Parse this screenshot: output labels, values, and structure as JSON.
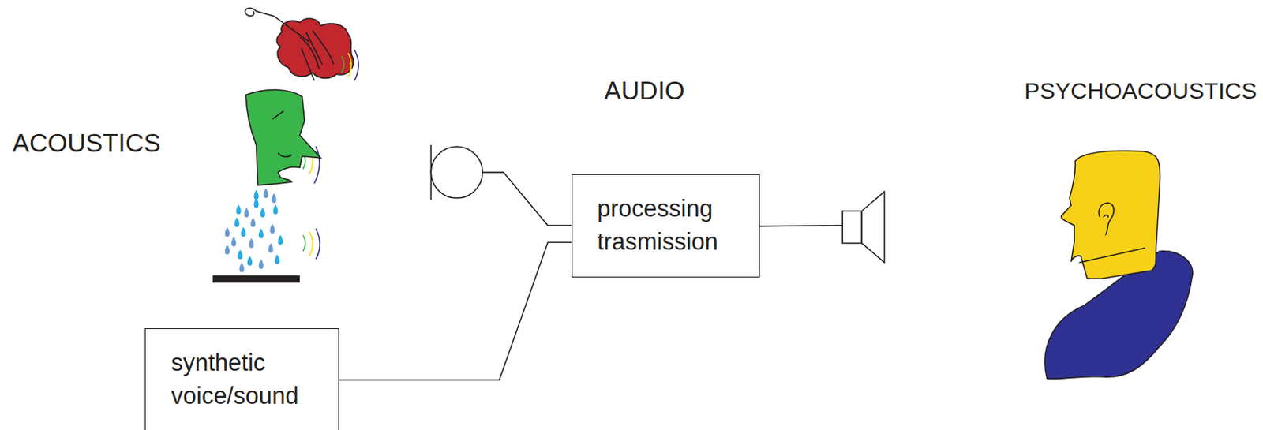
{
  "diagram": {
    "nodes": [
      {
        "text": [
          "processing trasmission"
        ]
      },
      {
        "text": [
          "synthetic voice/sound"
        ]
      }
    ],
    "edges": [
      {
        "from": 1,
        "to": 0,
        "arrow": "none"
      }
    ],
    "labels": [
      "ACOUSTICS",
      "AUDIO",
      "PSYCHOACOUSTICS"
    ]
  }
}
